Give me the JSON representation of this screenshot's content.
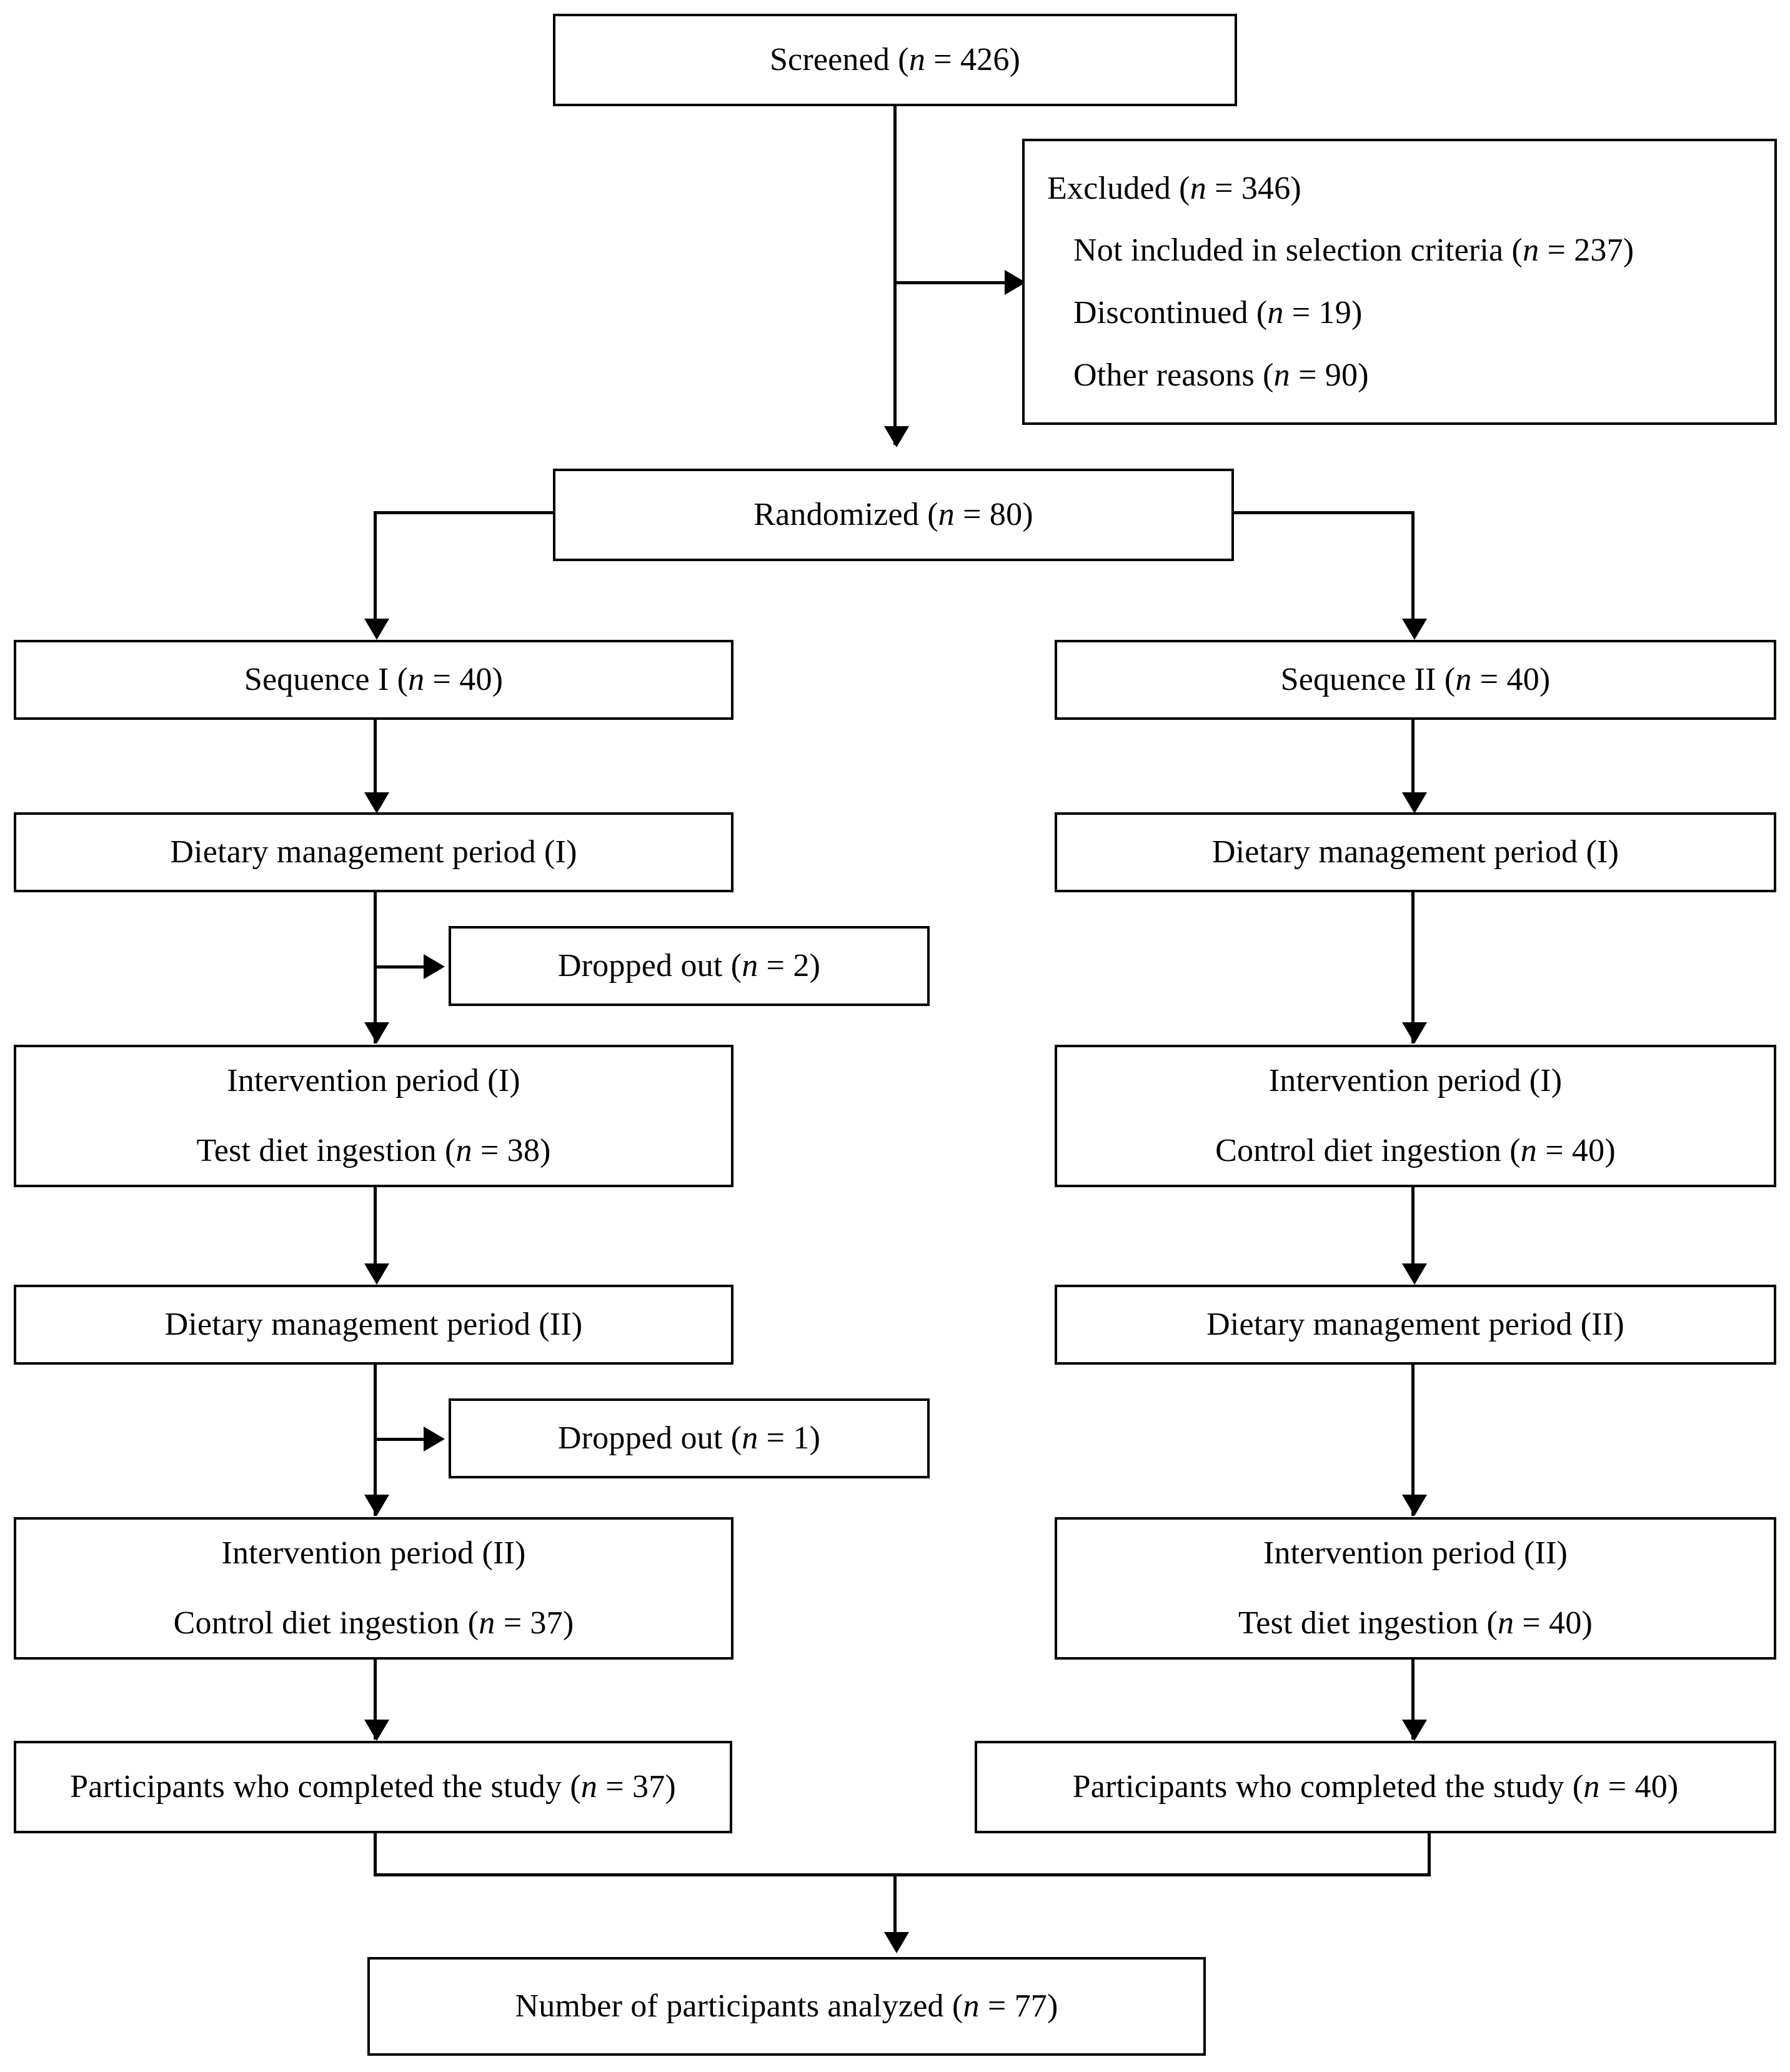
{
  "diagram": {
    "title": "CONSORT participant flow diagram",
    "type": "flowchart",
    "colors": {
      "stroke": "#000000",
      "background": "#ffffff",
      "text": "#000000"
    },
    "nodes": {
      "screened": {
        "label": "Screened (",
        "n_prefix": "n",
        "n_eq": " = 426)"
      },
      "excluded": {
        "line1_a": "Excluded (",
        "line1_n": "n",
        "line1_b": " = 346)",
        "line2_a": "Not included in selection criteria (",
        "line2_n": "n",
        "line2_b": " = 237)",
        "line3_a": "Discontinued (",
        "line3_n": "n",
        "line3_b": " = 19)",
        "line4_a": "Other reasons (",
        "line4_n": "n",
        "line4_b": " = 90)"
      },
      "randomized": {
        "a": "Randomized (",
        "n": "n",
        "b": " = 80)"
      },
      "seq1": {
        "a": "Sequence I (",
        "n": "n",
        "b": " = 40)"
      },
      "seq2": {
        "a": "Sequence II (",
        "n": "n",
        "b": " = 40)"
      },
      "diet1_left": {
        "a": "Dietary management period (I)"
      },
      "diet1_right": {
        "a": "Dietary management period (I)"
      },
      "dropped1": {
        "a": "Dropped out (",
        "n": "n",
        "b": " = 2)"
      },
      "dropped2": {
        "a": "Dropped out (",
        "n": "n",
        "b": " = 1)"
      },
      "interv1_left": {
        "line1": "Intervention period (I)",
        "line2_a": "Test diet ingestion (",
        "line2_n": "n",
        "line2_b": " = 38)"
      },
      "interv1_right": {
        "line1": "Intervention period (I)",
        "line2_a": "Control diet ingestion (",
        "line2_n": "n",
        "line2_b": " = 40)"
      },
      "diet2_left": {
        "a": "Dietary management period (II)"
      },
      "diet2_right": {
        "a": "Dietary management period (II)"
      },
      "interv2_left": {
        "line1": "Intervention period (II)",
        "line2_a": "Control diet ingestion (",
        "line2_n": "n",
        "line2_b": " = 37)"
      },
      "interv2_right": {
        "line1": "Intervention period (II)",
        "line2_a": "Test diet ingestion (",
        "line2_n": "n",
        "line2_b": " = 40)"
      },
      "completed_left": {
        "a": "Participants who completed the study (",
        "n": "n",
        "b": " = 37)"
      },
      "completed_right": {
        "a": "Participants who completed the study (",
        "n": "n",
        "b": " = 40)"
      },
      "analyzed": {
        "a": "Number of participants analyzed (",
        "n": "n",
        "b": " = 77)"
      }
    },
    "counts": {
      "screened": 426,
      "excluded_total": 346,
      "excluded_not_included": 237,
      "excluded_discontinued": 19,
      "excluded_other": 90,
      "randomized": 80,
      "sequence_1": 40,
      "sequence_2": 40,
      "dropped_out_period_1": 2,
      "dropped_out_period_2": 1,
      "seq1_intervention_1_test": 38,
      "seq2_intervention_1_control": 40,
      "seq1_intervention_2_control": 37,
      "seq2_intervention_2_test": 40,
      "completed_seq1": 37,
      "completed_seq2": 40,
      "analyzed": 77
    }
  }
}
